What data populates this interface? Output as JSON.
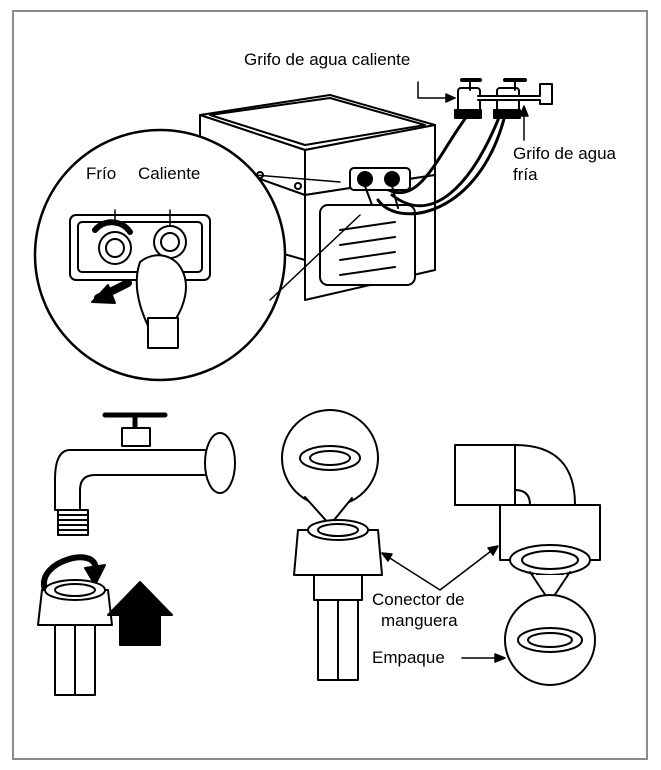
{
  "labels": {
    "hot_tap": "Grifo de agua caliente",
    "cold_tap_line1": "Grifo de agua",
    "cold_tap_line2": "fría",
    "cold": "Frío",
    "hot": "Caliente",
    "hose_connector_line1": "Conector de",
    "hose_connector_line2": "manguera",
    "gasket": "Empaque"
  }
}
